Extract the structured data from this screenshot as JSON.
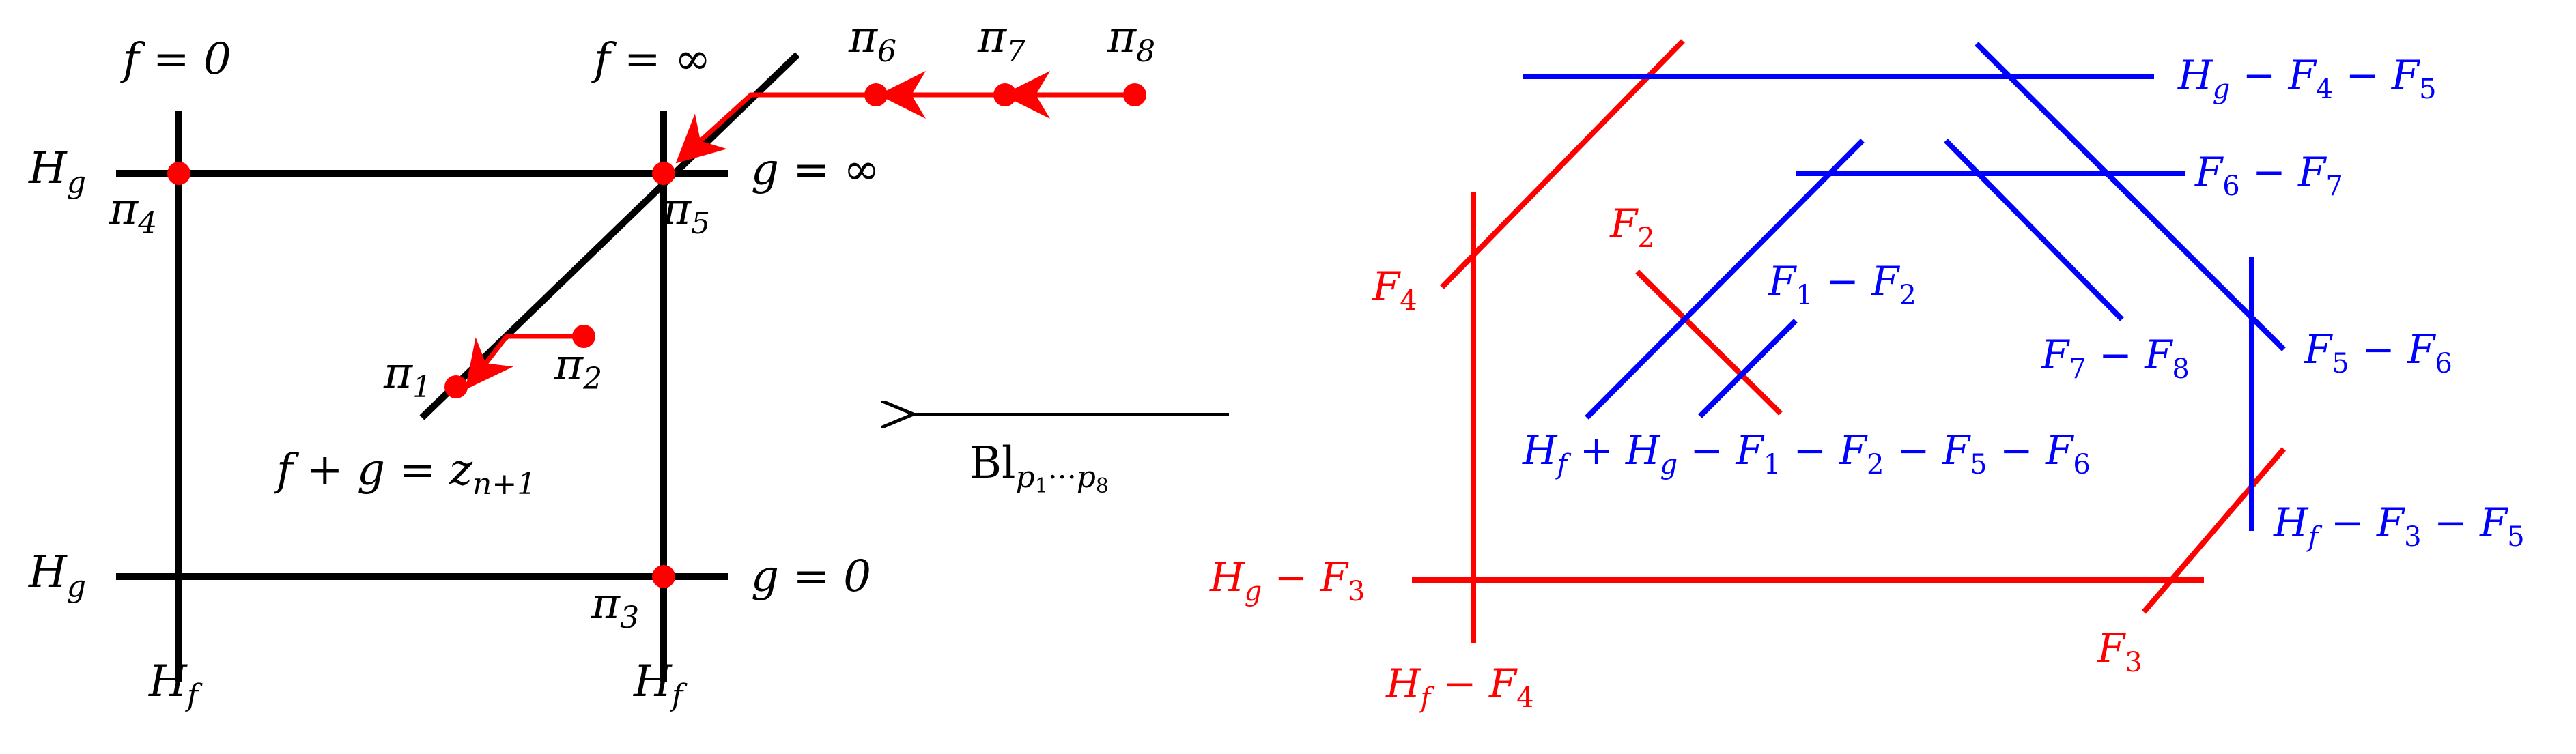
{
  "colors": {
    "black": "#000000",
    "red": "#ff0000",
    "blue": "#0000ff"
  },
  "left_diagram": {
    "label_f0": "f = 0",
    "label_finf": "f = ∞",
    "label_ginf": "g = ∞",
    "label_g0": "g = 0",
    "label_Hg_top": "H",
    "label_Hg_top_sub": "g",
    "label_Hg_bottom": "H",
    "label_Hg_bottom_sub": "g",
    "label_Hf_left": "H",
    "label_Hf_left_sub": "f",
    "label_Hf_right": "H",
    "label_Hf_right_sub": "f",
    "curve_label": "f + g = z",
    "curve_label_sub": "n+1",
    "points": [
      {
        "name": "π",
        "sub": "1"
      },
      {
        "name": "π",
        "sub": "2"
      },
      {
        "name": "π",
        "sub": "3"
      },
      {
        "name": "π",
        "sub": "4"
      },
      {
        "name": "π",
        "sub": "5"
      },
      {
        "name": "π",
        "sub": "6"
      },
      {
        "name": "π",
        "sub": "7"
      },
      {
        "name": "π",
        "sub": "8"
      }
    ]
  },
  "blowup": {
    "label": "Bl",
    "sub": "p",
    "sub1": "1",
    "dots": "···",
    "sub2": "p",
    "sub8": "8"
  },
  "right_diagram": {
    "blue_labels": [
      {
        "text": "H",
        "sub": "g",
        "rest": " − F",
        "s1": "4",
        "rest2": " − F",
        "s2": "5"
      },
      {
        "text": "F",
        "sub": "6",
        "rest": " − F",
        "s1": "7"
      },
      {
        "text": "F",
        "sub": "1",
        "rest": " − F",
        "s1": "2"
      },
      {
        "text": "F",
        "sub": "7",
        "rest": " − F",
        "s1": "8"
      },
      {
        "text": "F",
        "sub": "5",
        "rest": " − F",
        "s1": "6"
      },
      {
        "text": "H",
        "sub": "f",
        "rest": " + H",
        "s1": "g",
        "rest2": " − F",
        "s2": "1",
        "rest3": " − F",
        "s3": "2",
        "rest4": " − F",
        "s4": "5",
        "rest5": " − F",
        "s5": "6"
      },
      {
        "text": "H",
        "sub": "f",
        "rest": " − F",
        "s1": "3",
        "rest2": " − F",
        "s2": "5"
      }
    ],
    "red_labels": [
      {
        "text": "F",
        "sub": "4"
      },
      {
        "text": "F",
        "sub": "2"
      },
      {
        "text": "H",
        "sub": "g",
        "rest": " − F",
        "s1": "3"
      },
      {
        "text": "H",
        "sub": "f",
        "rest": " − F",
        "s1": "4"
      },
      {
        "text": "F",
        "sub": "3"
      }
    ]
  }
}
